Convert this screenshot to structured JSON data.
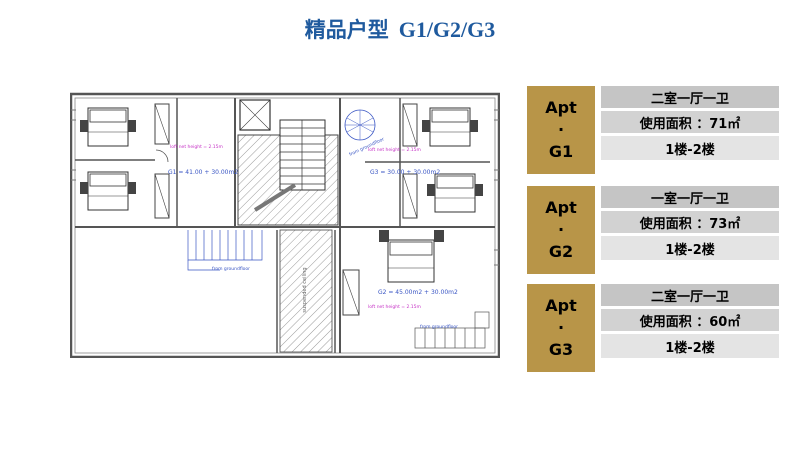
{
  "title": {
    "main": "精品户型",
    "sub": "G1/G2/G3"
  },
  "floorplan": {
    "labels": {
      "g1": "G1 = 41.00 + 30.00m2",
      "g2": "G2 = 45.00m2 + 30.00m2",
      "g3": "G3 = 30.00 + 30.00m2",
      "net_height_g1": "loft net height = 2.15m",
      "net_height_g3": "loft net height = 2.15m",
      "net_height_g2": "loft net height = 2.15m",
      "from_ground_g1": "from groundfloor",
      "from_ground_g3": "from groundfloor",
      "from_ground_g2": "from groundfloor",
      "suspended_ceiling": "suspended ceiling"
    }
  },
  "cards": [
    {
      "apt_line1": "Apt",
      "apt_dot": "·",
      "apt_line2": "G1",
      "layout": "二室一厅一卫",
      "area": "使用面积 ：71㎡",
      "floors": "1楼-2楼"
    },
    {
      "apt_line1": "Apt",
      "apt_dot": "·",
      "apt_line2": "G2",
      "layout": "一室一厅一卫",
      "area": "使用面积 ：73㎡",
      "floors": "1楼-2楼"
    },
    {
      "apt_line1": "Apt",
      "apt_dot": "·",
      "apt_line2": "G3",
      "layout": "二室一厅一卫",
      "area": "使用面积 ：60㎡",
      "floors": "1楼-2楼"
    }
  ],
  "colors": {
    "title": "#1f5a9e",
    "apt_bg": "#b89548",
    "row_dark": "#c5c5c5",
    "row_mid": "#d2d2d2",
    "row_light": "#e4e4e4"
  }
}
